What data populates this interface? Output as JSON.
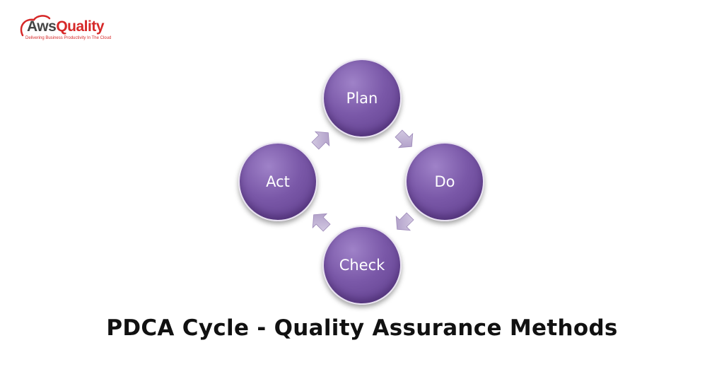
{
  "logo": {
    "brand_prefix": "Aws",
    "brand_suffix": "Quality",
    "tagline": "Delivering Business Productivity In The Cloud",
    "accent_color": "#d62828",
    "text_color": "#444444"
  },
  "cycle": {
    "stages": [
      {
        "name": "plan",
        "label": "Plan"
      },
      {
        "name": "do",
        "label": "Do"
      },
      {
        "name": "check",
        "label": "Check"
      },
      {
        "name": "act",
        "label": "Act"
      }
    ],
    "node_color": "#7a58a8",
    "arrow_color": "#b9a9cf"
  },
  "title": "PDCA Cycle - Quality Assurance Methods"
}
